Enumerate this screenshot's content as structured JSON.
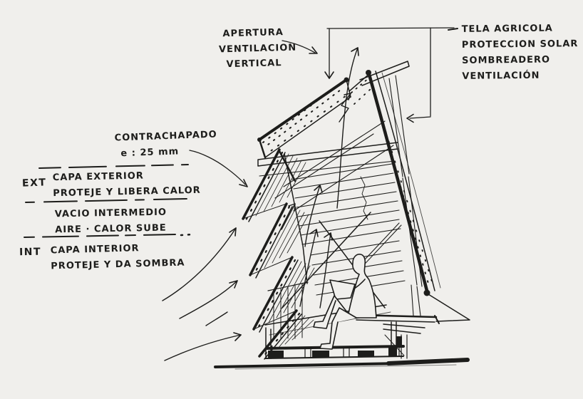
{
  "colors": {
    "paper": "#f0efec",
    "ink": "#1d1d1b"
  },
  "annotations": {
    "apertura": {
      "lines": [
        "APERTURA",
        "VENTILACION",
        "VERTICAL"
      ]
    },
    "tela": {
      "lines": [
        "TELA AGRICOLA",
        "PROTECCION SOLAR",
        "SOMBREADERO",
        "VENTILACIÓN"
      ]
    },
    "contrachapado": {
      "lines": [
        "CONTRACHAPADO",
        "e : 25 mm"
      ]
    },
    "layers": {
      "ext_label": "EXT",
      "ext_lines": [
        "CAPA EXTERIOR",
        "PROTEJE Y LIBERA CALOR"
      ],
      "mid_lines": [
        "VACIO INTERMEDIO",
        "AIRE · CALOR SUBE"
      ],
      "int_label": "INT",
      "int_lines": [
        "CAPA INTERIOR",
        "PROTEJE Y DA SOMBRA"
      ]
    }
  }
}
